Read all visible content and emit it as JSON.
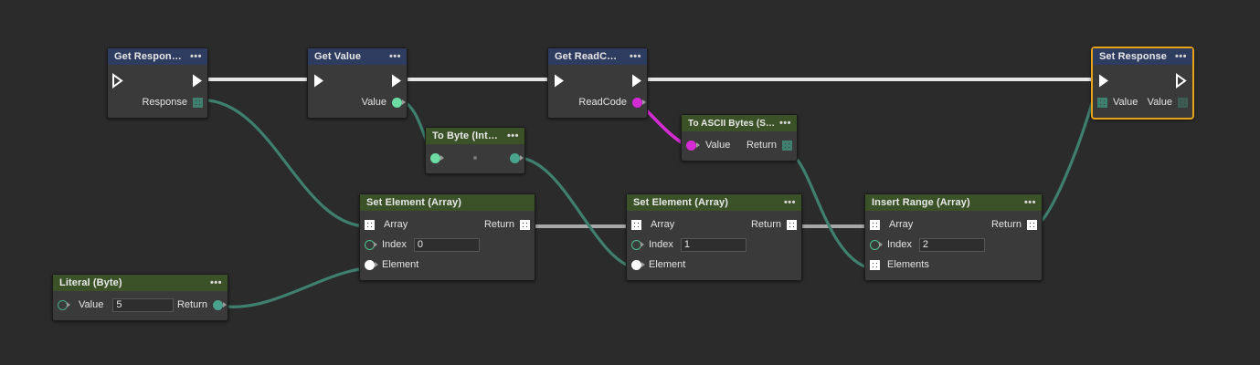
{
  "canvas": {
    "background": "#2b2b2b",
    "wire_exec_color": "#e6e6e6",
    "wire_data_color": "#3f7f6e",
    "wire_gray_color": "#a8a8a8",
    "wire_magenta_color": "#d42bd4",
    "selection_color": "#e8a317"
  },
  "nodes": [
    {
      "id": "get-response",
      "title": "Get Response",
      "header_color": "#2e3c60",
      "menu": "•••",
      "ports": [
        {
          "label": "Response",
          "glyph": "grid-icon",
          "side": "out"
        }
      ]
    },
    {
      "id": "get-value",
      "title": "Get Value",
      "header_color": "#2e3c60",
      "menu": "•••",
      "ports": [
        {
          "label": "Value",
          "glyph": "green-dot",
          "side": "out"
        }
      ]
    },
    {
      "id": "get-readcode",
      "title": "Get ReadCode",
      "header_color": "#2e3c60",
      "menu": "•••",
      "ports": [
        {
          "label": "ReadCode",
          "glyph": "magenta-dot",
          "side": "out"
        }
      ]
    },
    {
      "id": "set-response",
      "title": "Set Response",
      "header_color": "#2e3c60",
      "menu": "•••",
      "selected": true,
      "ports": [
        {
          "label": "Value",
          "glyph": "grid-icon",
          "side": "in"
        },
        {
          "label": "Value",
          "glyph": "grid-icon-dim",
          "side": "out"
        }
      ]
    },
    {
      "id": "to-byte-integer",
      "title": "To Byte (Integer)",
      "header_color": "#3b5228",
      "menu": "•••",
      "ports": [
        {
          "label": "",
          "glyph": "green-dot",
          "side": "in"
        },
        {
          "label": "",
          "glyph": "teal-dot",
          "side": "out"
        }
      ]
    },
    {
      "id": "to-ascii-bytes-string",
      "title": "To ASCII Bytes (String)",
      "header_color": "#3b5228",
      "menu": "•••",
      "ports": [
        {
          "label": "Value",
          "glyph": "magenta-dot",
          "side": "in"
        },
        {
          "label": "Return",
          "glyph": "grid-icon-dim",
          "side": "out"
        }
      ]
    },
    {
      "id": "set-element-array-0",
      "title": "Set Element (Array)",
      "header_color": "#3b5228",
      "menu": "•••",
      "ports": [
        {
          "label": "Array",
          "glyph": "grid-icon",
          "side": "in"
        },
        {
          "label": "Return",
          "glyph": "grid-icon",
          "side": "out"
        },
        {
          "label": "Index",
          "glyph": "green-ring",
          "side": "in",
          "value": "0"
        },
        {
          "label": "Element",
          "glyph": "white-dot",
          "side": "in"
        }
      ]
    },
    {
      "id": "set-element-array-1",
      "title": "Set Element (Array)",
      "header_color": "#3b5228",
      "menu": "•••",
      "ports": [
        {
          "label": "Array",
          "glyph": "grid-icon",
          "side": "in"
        },
        {
          "label": "Return",
          "glyph": "grid-icon",
          "side": "out"
        },
        {
          "label": "Index",
          "glyph": "green-ring",
          "side": "in",
          "value": "1"
        },
        {
          "label": "Element",
          "glyph": "white-dot",
          "side": "in"
        }
      ]
    },
    {
      "id": "insert-range-array",
      "title": "Insert Range (Array)",
      "header_color": "#3b5228",
      "menu": "•••",
      "ports": [
        {
          "label": "Array",
          "glyph": "grid-icon",
          "side": "in"
        },
        {
          "label": "Return",
          "glyph": "grid-icon",
          "side": "out"
        },
        {
          "label": "Index",
          "glyph": "green-ring",
          "side": "in",
          "value": "2"
        },
        {
          "label": "Elements",
          "glyph": "grid-icon",
          "side": "in"
        }
      ]
    },
    {
      "id": "literal-byte",
      "title": "Literal (Byte)",
      "header_color": "#3b5228",
      "menu": "•••",
      "ports": [
        {
          "label": "Value",
          "glyph": "green-ring",
          "side": "in",
          "value": "5"
        },
        {
          "label": "Return",
          "glyph": "teal-dot",
          "side": "out"
        }
      ]
    }
  ],
  "labels": {
    "get_response_title": "Get Response",
    "get_response_out": "Response",
    "get_value_title": "Get Value",
    "get_value_out": "Value",
    "get_readcode_title": "Get ReadCode",
    "get_readcode_out": "ReadCode",
    "set_response_title": "Set Response",
    "set_response_in": "Value",
    "set_response_out": "Value",
    "to_byte_title": "To Byte (Integer)",
    "to_ascii_title": "To ASCII Bytes (String)",
    "to_ascii_in": "Value",
    "to_ascii_out": "Return",
    "se0_title": "Set Element (Array)",
    "se0_array": "Array",
    "se0_return": "Return",
    "se0_index": "Index",
    "se0_index_value": "0",
    "se0_element": "Element",
    "se1_title": "Set Element (Array)",
    "se1_array": "Array",
    "se1_return": "Return",
    "se1_index": "Index",
    "se1_index_value": "1",
    "se1_element": "Element",
    "ir_title": "Insert Range (Array)",
    "ir_array": "Array",
    "ir_return": "Return",
    "ir_index": "Index",
    "ir_index_value": "2",
    "ir_elements": "Elements",
    "lit_title": "Literal (Byte)",
    "lit_value": "Value",
    "lit_value_value": "5",
    "lit_return": "Return",
    "menu_dots": "•••"
  },
  "connections": [
    {
      "from": "get-response.exec-out",
      "to": "get-value.exec-in",
      "type": "exec"
    },
    {
      "from": "get-value.exec-out",
      "to": "get-readcode.exec-in",
      "type": "exec"
    },
    {
      "from": "get-readcode.exec-out",
      "to": "set-response.exec-in",
      "type": "exec"
    },
    {
      "from": "get-response.Response",
      "to": "set-element-array-0.Array",
      "type": "data"
    },
    {
      "from": "get-value.Value",
      "to": "to-byte-integer.in",
      "type": "data"
    },
    {
      "from": "get-readcode.ReadCode",
      "to": "to-ascii-bytes-string.Value",
      "type": "magenta"
    },
    {
      "from": "to-byte-integer.out",
      "to": "set-element-array-1.Element",
      "type": "data"
    },
    {
      "from": "to-ascii-bytes-string.Return",
      "to": "insert-range-array.Elements",
      "type": "data"
    },
    {
      "from": "literal-byte.Return",
      "to": "set-element-array-0.Element",
      "type": "data"
    },
    {
      "from": "set-element-array-0.Return",
      "to": "set-element-array-1.Array",
      "type": "gray"
    },
    {
      "from": "set-element-array-1.Return",
      "to": "insert-range-array.Array",
      "type": "gray"
    },
    {
      "from": "insert-range-array.Return",
      "to": "set-response.Value",
      "type": "data"
    }
  ]
}
